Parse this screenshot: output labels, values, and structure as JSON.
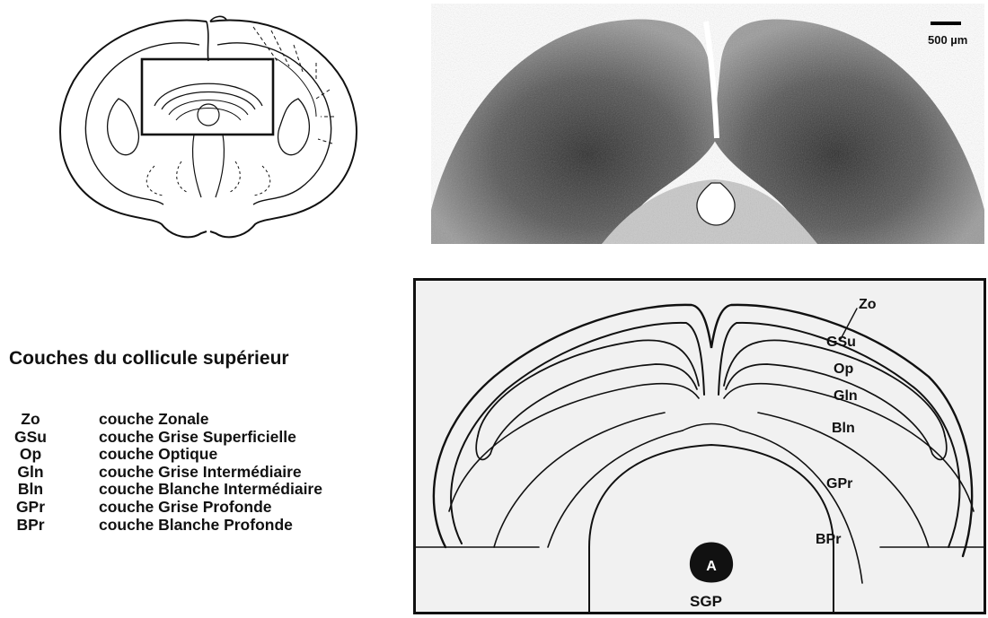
{
  "scale_bar": {
    "label": "500 µm"
  },
  "panel": {
    "title": "Couches du collicule supérieur"
  },
  "layers": [
    {
      "abbr": "Zo",
      "name": "couche Zonale"
    },
    {
      "abbr": "GSu",
      "name": "couche Grise Superficielle"
    },
    {
      "abbr": "Op",
      "name": "couche Optique"
    },
    {
      "abbr": "Gln",
      "name": "couche Grise Intermédiaire"
    },
    {
      "abbr": "Bln",
      "name": "couche Blanche Intermédiaire"
    },
    {
      "abbr": "GPr",
      "name": "couche Grise Profonde"
    },
    {
      "abbr": "BPr",
      "name": "couche Blanche Profonde"
    }
  ],
  "schema": {
    "aqueduct_label": "A",
    "pag_label": "SGP"
  },
  "colors": {
    "line": "#111111",
    "fill_schema": "#f2f2f2",
    "photo_stain": "#3a3a3a"
  }
}
